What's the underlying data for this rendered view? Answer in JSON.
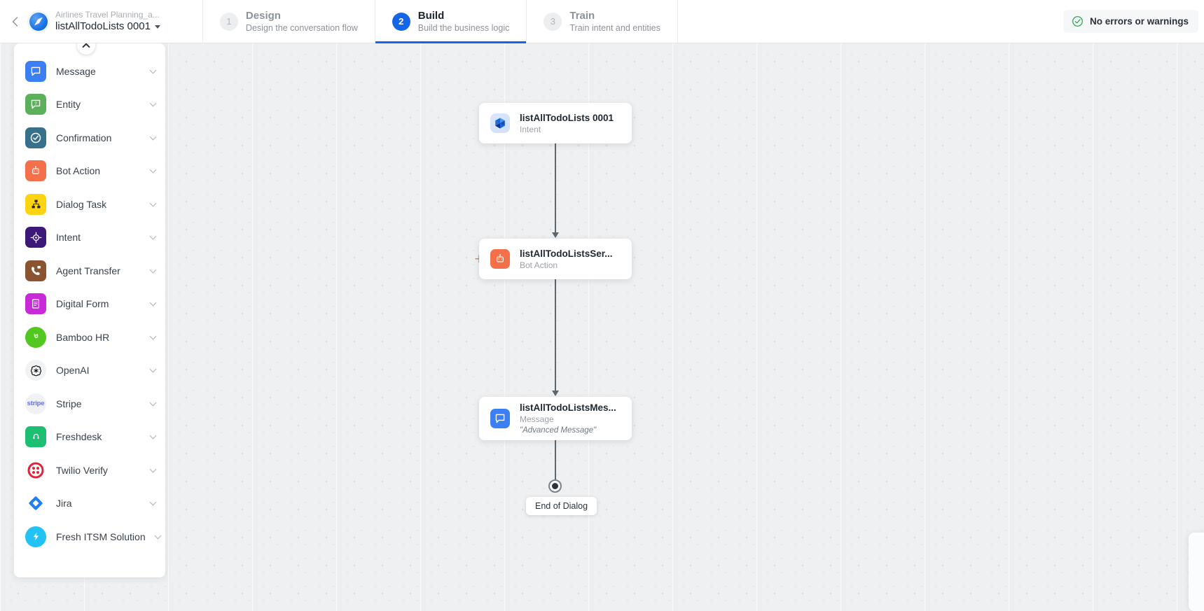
{
  "topbar": {
    "back_icon": "chevron-left-icon",
    "brand_sub": "Airlines Travel Planning_a...",
    "brand_title": "listAllTodoLists 0001",
    "steps": [
      {
        "num": "1",
        "title": "Design",
        "desc": "Design the conversation flow",
        "active": false
      },
      {
        "num": "2",
        "title": "Build",
        "desc": "Build the business logic",
        "active": true
      },
      {
        "num": "3",
        "title": "Train",
        "desc": "Train intent and entities",
        "active": false
      }
    ],
    "status": {
      "icon": "check-circle-icon",
      "text": "No errors or warnings",
      "color": "#1aa34a"
    }
  },
  "sidebar": {
    "collapse_icon": "chevron-up-icon",
    "items": [
      {
        "label": "Message",
        "icon": "message-icon",
        "chevron": "chevron-down-icon"
      },
      {
        "label": "Entity",
        "icon": "entity-icon",
        "chevron": "chevron-down-icon"
      },
      {
        "label": "Confirmation",
        "icon": "confirmation-icon",
        "chevron": "chevron-down-icon"
      },
      {
        "label": "Bot Action",
        "icon": "bot-action-icon",
        "chevron": "chevron-down-icon"
      },
      {
        "label": "Dialog Task",
        "icon": "dialog-task-icon",
        "chevron": "chevron-down-icon"
      },
      {
        "label": "Intent",
        "icon": "intent-icon",
        "chevron": "chevron-down-icon"
      },
      {
        "label": "Agent Transfer",
        "icon": "agent-transfer-icon",
        "chevron": "chevron-down-icon"
      },
      {
        "label": "Digital Form",
        "icon": "digital-form-icon",
        "chevron": "chevron-down-icon"
      },
      {
        "label": "Bamboo HR",
        "icon": "bamboo-hr-icon",
        "chevron": "chevron-down-icon"
      },
      {
        "label": "OpenAI",
        "icon": "openai-icon",
        "chevron": "chevron-down-icon"
      },
      {
        "label": "Stripe",
        "icon": "stripe-icon",
        "chevron": "chevron-down-icon"
      },
      {
        "label": "Freshdesk",
        "icon": "freshdesk-icon",
        "chevron": "chevron-down-icon"
      },
      {
        "label": "Twilio Verify",
        "icon": "twilio-verify-icon",
        "chevron": "chevron-down-icon"
      },
      {
        "label": "Jira",
        "icon": "jira-icon",
        "chevron": "chevron-down-icon"
      },
      {
        "label": "Fresh ITSM Solution",
        "icon": "fresh-itsm-icon",
        "chevron": "chevron-down-icon"
      }
    ]
  },
  "flow": {
    "nodes": [
      {
        "title": "listAllTodoLists 0001",
        "subtitle": "Intent",
        "quote": ""
      },
      {
        "title": "listAllTodoListsSer...",
        "subtitle": "Bot Action",
        "quote": ""
      },
      {
        "title": "listAllTodoListsMes...",
        "subtitle": "Message",
        "quote": "\"Advanced Message\""
      }
    ],
    "add_node_label": "+",
    "end_label": "End of Dialog"
  }
}
